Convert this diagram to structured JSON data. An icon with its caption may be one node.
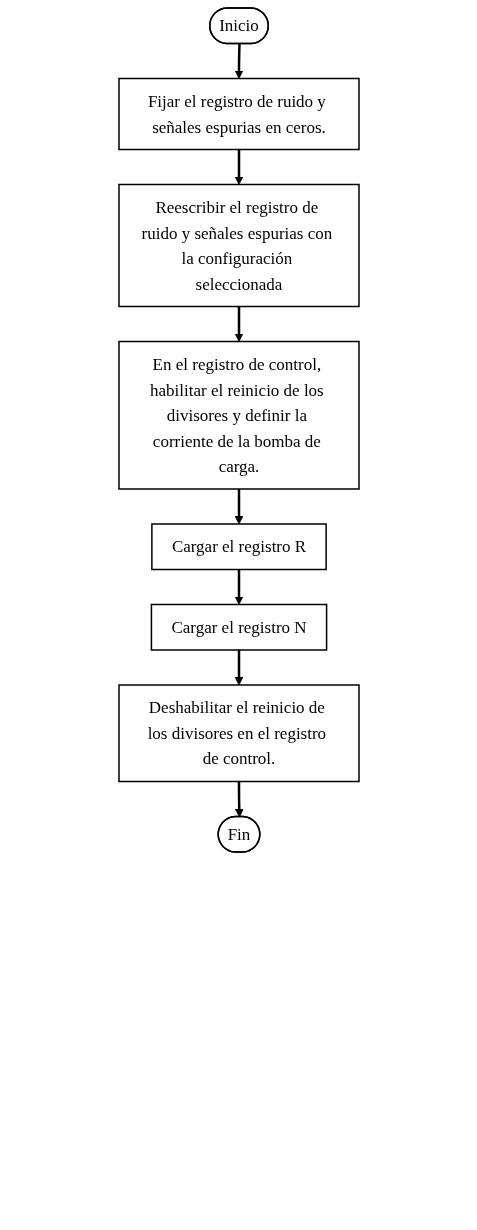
{
  "diagram": {
    "nodes": [
      {
        "text": [
          "Inicio"
        ]
      },
      {
        "text": [
          "Fijar el registro de ruido y señales espurias en ceros."
        ]
      },
      {
        "text": [
          "Reescribir el registro de ruido y señales espurias con la configuración seleccionada"
        ]
      },
      {
        "text": [
          "En el registro de control, habilitar el reinicio de los divisores y definir la corriente de la bomba de carga."
        ]
      },
      {
        "text": [
          "Cargar el registro R"
        ]
      },
      {
        "text": [
          "Cargar el registro N"
        ]
      },
      {
        "text": [
          "Deshabilitar el reinicio de los divisores en el registro de control."
        ]
      },
      {
        "text": [
          "Fin"
        ]
      }
    ],
    "edges": [
      {
        "from": 0,
        "to": 1,
        "arrow": "to"
      },
      {
        "from": 1,
        "to": 2,
        "arrow": "to"
      },
      {
        "from": 2,
        "to": 3,
        "arrow": "to"
      },
      {
        "from": 3,
        "to": 4,
        "arrow": "to"
      },
      {
        "from": 4,
        "to": 5,
        "arrow": "to"
      },
      {
        "from": 5,
        "to": 6,
        "arrow": "to"
      },
      {
        "from": 6,
        "to": 7,
        "arrow": "to"
      }
    ]
  }
}
